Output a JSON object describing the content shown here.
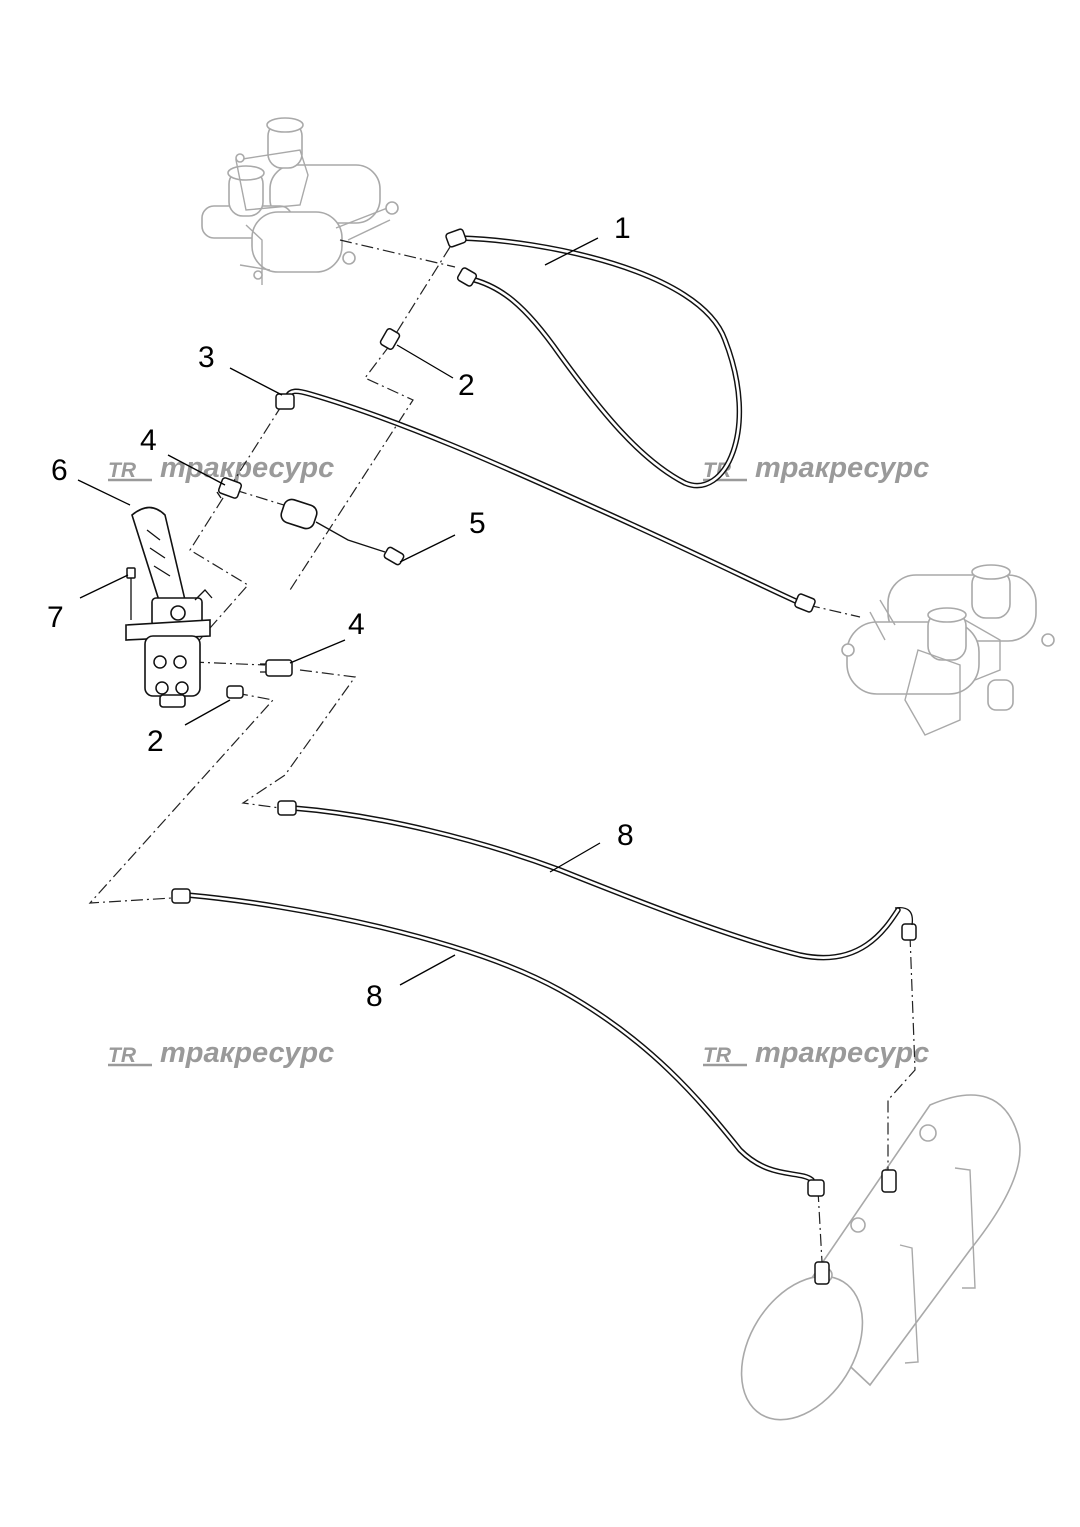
{
  "watermark": {
    "logo": "TR",
    "text": "тракресурс"
  },
  "callouts": {
    "hose_1": "1",
    "union_2_top": "2",
    "hose_3": "3",
    "adapter_4_top": "4",
    "sensor_5": "5",
    "pedal_6": "6",
    "bolt_7": "7",
    "adapter_4_bottom": "4",
    "union_2_bottom": "2",
    "hose_8_top": "8",
    "hose_8_bottom": "8"
  },
  "colors": {
    "line": "#111111",
    "ghost_component": "#a9a9a9",
    "watermark": "#9a9a9a",
    "background": "#ffffff"
  }
}
